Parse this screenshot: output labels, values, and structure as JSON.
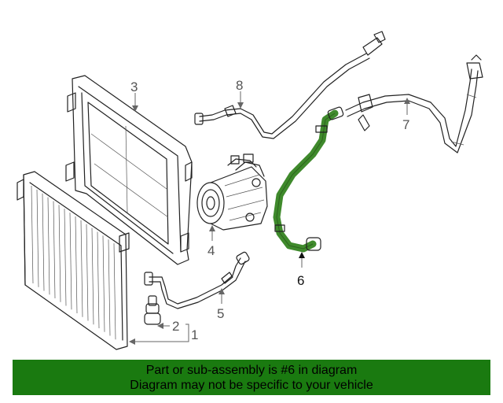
{
  "diagram": {
    "highlight_color": "#3f8a2c",
    "callouts": [
      {
        "id": "1",
        "label": "1"
      },
      {
        "id": "2",
        "label": "2"
      },
      {
        "id": "3",
        "label": "3"
      },
      {
        "id": "4",
        "label": "4"
      },
      {
        "id": "5",
        "label": "5"
      },
      {
        "id": "6",
        "label": "6"
      },
      {
        "id": "7",
        "label": "7"
      },
      {
        "id": "8",
        "label": "8"
      }
    ],
    "highlighted_part": "6"
  },
  "banner": {
    "background": "#1a7a10",
    "line1": "Part or sub-assembly is #6 in diagram",
    "line2": "Diagram may not be specific to your vehicle"
  }
}
